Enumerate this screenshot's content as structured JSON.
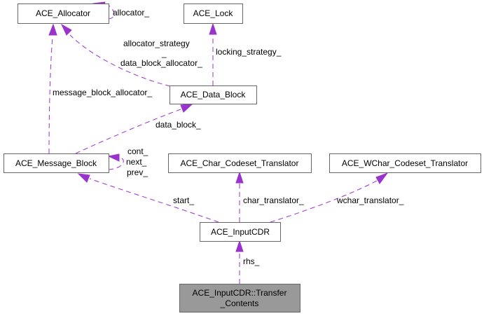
{
  "diagram": {
    "type": "collaboration-graph",
    "edge_color": "#9a32cd",
    "focus_fill": "#999999",
    "nodes": {
      "allocator": "ACE_Allocator",
      "lock": "ACE_Lock",
      "data_block": "ACE_Data_Block",
      "message_block": "ACE_Message_Block",
      "char_translator": "ACE_Char_Codeset_Translator",
      "wchar_translator": "ACE_WChar_Codeset_Translator",
      "input_cdr": "ACE_InputCDR",
      "transfer_contents_line1": "ACE_InputCDR::Transfer",
      "transfer_contents_line2": "_Contents"
    },
    "edges": {
      "allocator_self": "allocator_",
      "allocator_strategy_line1": "allocator_strategy",
      "allocator_strategy_line2": "_",
      "allocator_strategy_line3": "data_block_allocator_",
      "locking_strategy": "locking_strategy_",
      "message_block_allocator": "message_block_allocator_",
      "data_block": "data_block_",
      "mb_self_1": "cont_",
      "mb_self_2": "next_",
      "mb_self_3": "prev_",
      "start": "start_",
      "char_translator": "char_translator_",
      "wchar_translator": "wchar_translator_",
      "rhs": "rhs_"
    }
  }
}
